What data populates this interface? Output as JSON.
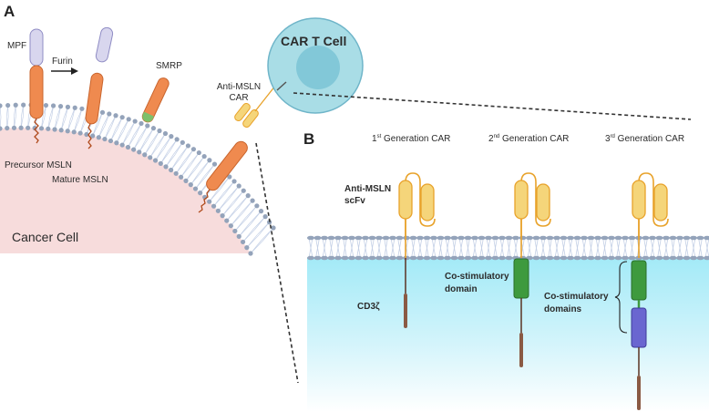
{
  "figure": {
    "panels": {
      "a": "A",
      "b": "B"
    },
    "panel_a": {
      "labels": {
        "mpf": "MPF",
        "furin": "Furin",
        "smrp": "SMRP",
        "anti_msln_car_line1": "Anti-MSLN",
        "anti_msln_car_line2": "CAR",
        "car_t_cell": "CAR T Cell",
        "precursor_msln": "Precursor MSLN",
        "mature_msln": "Mature MSLN",
        "cancer_cell": "Cancer Cell"
      }
    },
    "panel_b": {
      "generations": [
        {
          "sup": "st",
          "num": "1",
          "label": " Generation CAR"
        },
        {
          "sup": "nd",
          "num": "2",
          "label": " Generation CAR"
        },
        {
          "sup": "rd",
          "num": "3",
          "label": " Generation CAR"
        }
      ],
      "labels": {
        "scfv_line1": "Anti-MSLN",
        "scfv_line2": "scFv",
        "cd3z": "CD3ζ",
        "costim_line1": "Co-stimulatory",
        "costim_line2": "domain",
        "costims_line1": "Co-stimulatory",
        "costims_line2": "domains"
      }
    },
    "colors": {
      "mpf": "#d8d6ee",
      "msln": "#ef8a4f",
      "smrp_tip": "#7dc06a",
      "scfv": "#f5d57a",
      "scfv_outline": "#e8a22a",
      "linker": "#e8a22a",
      "tail": "#5a3222",
      "cd3z": "#8a5a44",
      "costim_green": "#3e9a3e",
      "costim_blue": "#6a66d0",
      "tcell": "#a9dde6",
      "tcell_nucleus": "#82c8d8",
      "cancer": "#f7dcdc",
      "membrane_head": "#94a3ba",
      "cytoplasm_top": "#a5ebf7"
    }
  }
}
